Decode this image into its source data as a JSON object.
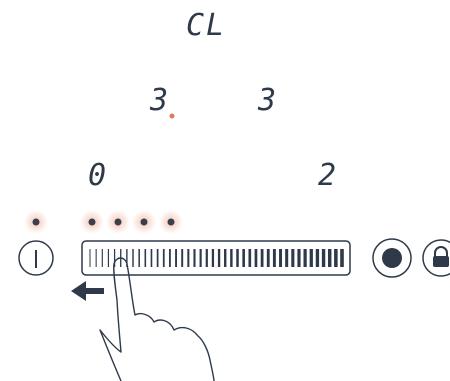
{
  "display": {
    "top_code": "CL",
    "left_mid": "3",
    "right_mid": "3",
    "left_bottom": "0",
    "right_bottom": "2"
  },
  "icons": {
    "power": "power-icon",
    "start": "record-icon",
    "lock": "lock-icon",
    "arrow": "arrow-left-icon",
    "hand": "hand-pointer-icon"
  },
  "colors": {
    "segment": "#2e3a4a",
    "indicator_glow": "#f3c3b2",
    "indicator_dot": "#3a3f4a",
    "decimal_dot": "#e07a5f",
    "slider_border": "#2e3a4a"
  },
  "slider": {
    "level": 0.0
  }
}
